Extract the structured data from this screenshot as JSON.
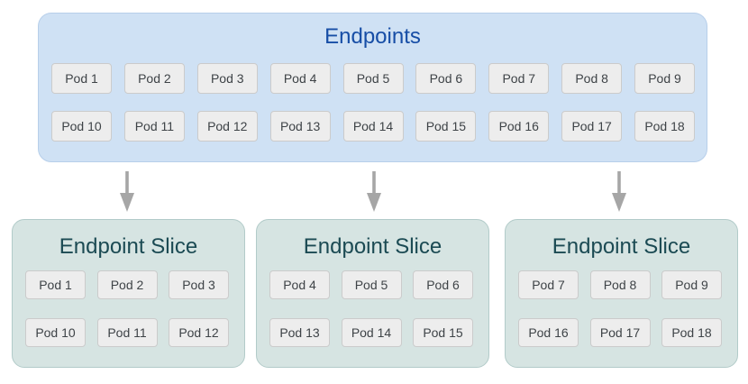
{
  "colors": {
    "background": "#ffffff",
    "endpoints_box_bg": "#cfe1f4",
    "endpoints_box_border": "#b7cfea",
    "endpoints_title": "#174ea6",
    "slice_box_bg": "#d6e4e2",
    "slice_box_border": "#b2cbc9",
    "slice_title": "#1b4a53",
    "pod_bg": "#ededed",
    "pod_border": "#cbcbcb",
    "pod_text": "#3e4347",
    "arrow": "#a6a6a6"
  },
  "endpoints": {
    "title": "Endpoints",
    "rows": [
      [
        "Pod 1",
        "Pod 2",
        "Pod 3",
        "Pod 4",
        "Pod 5",
        "Pod 6",
        "Pod 7",
        "Pod 8",
        "Pod 9"
      ],
      [
        "Pod 10",
        "Pod 11",
        "Pod 12",
        "Pod 13",
        "Pod 14",
        "Pod 15",
        "Pod 16",
        "Pod 17",
        "Pod 18"
      ]
    ]
  },
  "slices": [
    {
      "title": "Endpoint Slice",
      "rows": [
        [
          "Pod 1",
          "Pod 2",
          "Pod 3"
        ],
        [
          "Pod 10",
          "Pod 11",
          "Pod 12"
        ]
      ]
    },
    {
      "title": "Endpoint Slice",
      "rows": [
        [
          "Pod 4",
          "Pod 5",
          "Pod 6"
        ],
        [
          "Pod 13",
          "Pod 14",
          "Pod 15"
        ]
      ]
    },
    {
      "title": "Endpoint Slice",
      "rows": [
        [
          "Pod 7",
          "Pod 8",
          "Pod 9"
        ],
        [
          "Pod 16",
          "Pod 17",
          "Pod 18"
        ]
      ]
    }
  ]
}
